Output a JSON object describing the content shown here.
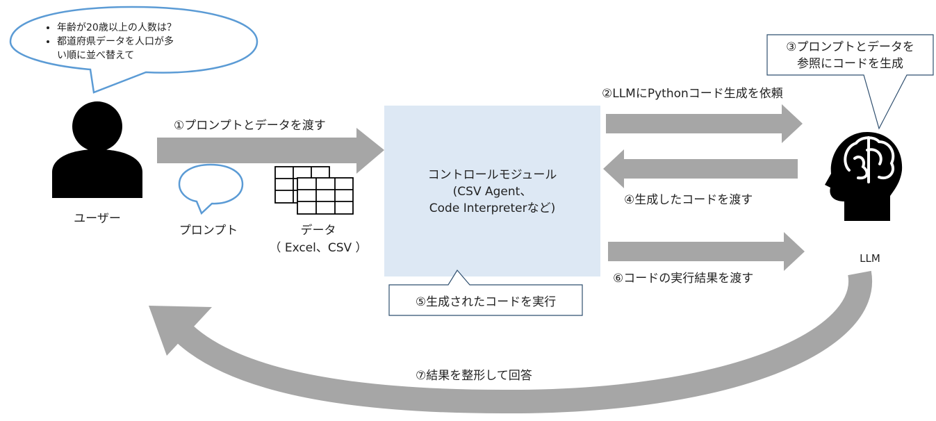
{
  "user": {
    "label": "ユーザー",
    "questions": [
      "年齢が20歳以上の人数は？",
      "都道府県データを人口が多",
      "い順に並べ替えて"
    ]
  },
  "prompt_label": "プロンプト",
  "data_label": "データ",
  "data_formats": "（ Excel、CSV ）",
  "module": {
    "title": "コントロールモジュール",
    "line2": "(CSV Agent、",
    "line3": "Code Interpreterなど)"
  },
  "llm": {
    "label": "LLM"
  },
  "steps": {
    "s1": "①プロンプトとデータを渡す",
    "s2": "②LLMにPythonコード生成を依頼",
    "s3_line1": "③プロンプトとデータを",
    "s3_line2": "参照にコードを生成",
    "s4": "④生成したコードを渡す",
    "s5": "⑤生成されたコードを実行",
    "s6": "⑥コードの実行結果を渡す",
    "s7": "⑦結果を整形して回答"
  },
  "colors": {
    "arrow": "#a6a6a6",
    "bubble_border": "#5b9bd5",
    "module_fill": "#dde8f4",
    "callout_border": "#2f4f6f",
    "icon": "#000000"
  }
}
